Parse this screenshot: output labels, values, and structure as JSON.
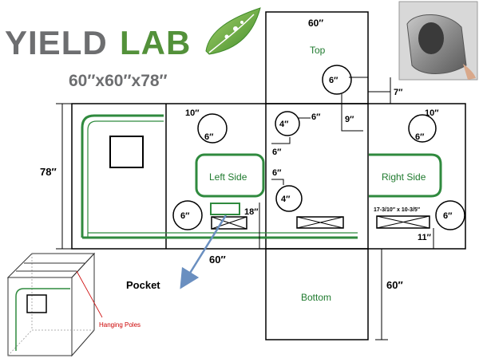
{
  "brand": {
    "yield": "YIELD",
    "lab": "LAB",
    "colors": {
      "yield": "#6d6e70",
      "lab": "#53913a",
      "leaf": "#7ab648"
    }
  },
  "tent_size": "60″x60″x78″",
  "panels": {
    "top": "Top",
    "bottom": "Bottom",
    "left_side": "Left Side",
    "right_side": "Right Side"
  },
  "dimensions": {
    "top_width": "60″",
    "height": "78″",
    "bottom_width": "60″",
    "bottom_depth": "60″"
  },
  "vents": {
    "top": "6″",
    "left": "6″",
    "left_low": "6″",
    "back_upper": "4″",
    "back_lower": "4″",
    "right_upper": "6″",
    "right_low": "6″"
  },
  "measurements": {
    "m_7": "7″",
    "m_9": "9″",
    "m_6_back": "6″",
    "m_6_mid": "6″",
    "m_6_lower": "6″",
    "m_10_left": "10″",
    "m_10_right": "10″",
    "m_18": "18″",
    "m_11": "11″",
    "screen_size": "17-3/10″ x 10-3/5″"
  },
  "callouts": {
    "pocket": "Pocket",
    "hanging_poles": "Hanging Poles"
  },
  "colors": {
    "outline": "#000000",
    "door_zipper": "#2f8a3e",
    "panel_label": "#1f7a2e",
    "arrow": "#6a8fc0",
    "annotation": "#cc0000"
  },
  "icons": {
    "photo": "vent-sleeve-photo",
    "leaf": "leaf-logo-icon"
  }
}
